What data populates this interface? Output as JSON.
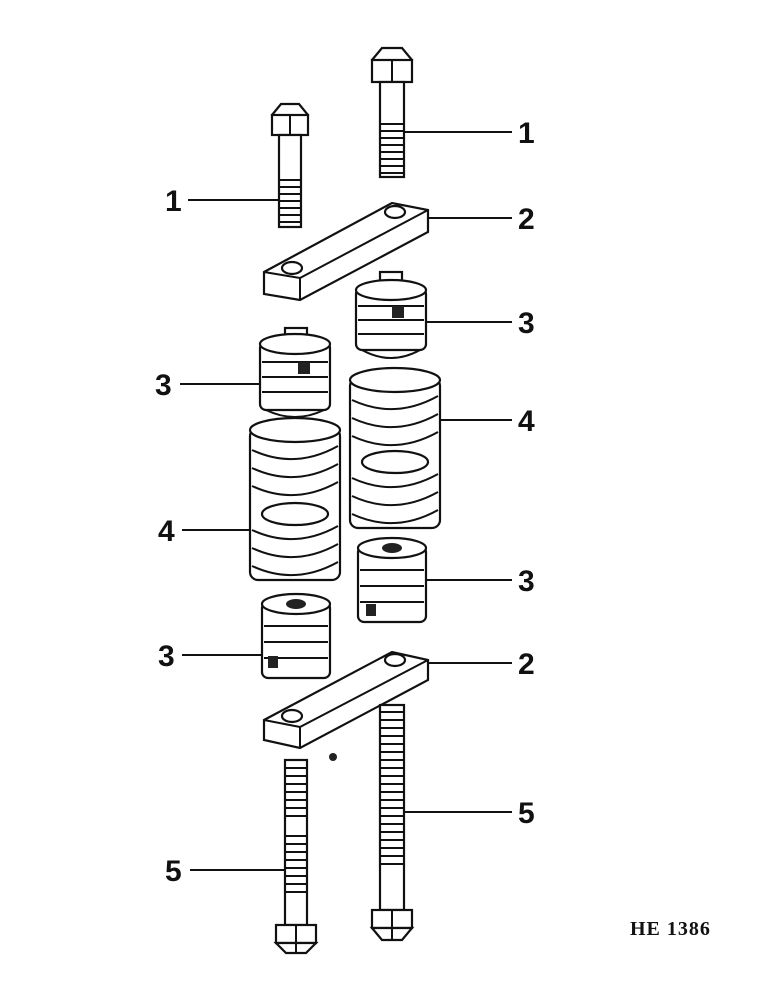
{
  "figure_id": "HE 1386",
  "callouts": {
    "c1a": "1",
    "c1b": "1",
    "c2a": "2",
    "c3a": "3",
    "c3b": "3",
    "c4a": "4",
    "c4b": "4",
    "c3c": "3",
    "c3d": "3",
    "c2b": "2",
    "c5a": "5",
    "c5b": "5"
  }
}
